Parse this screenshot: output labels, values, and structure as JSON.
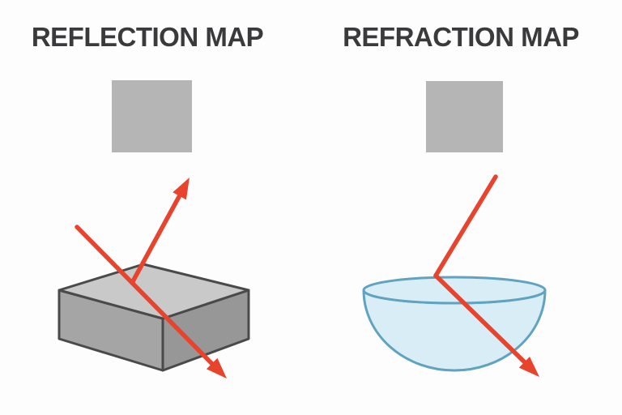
{
  "titles": {
    "reflection": "REFLECTION MAP",
    "refraction": "REFRACTION MAP"
  },
  "colors": {
    "background": "#fdfdfd",
    "title_text": "#3a3a3c",
    "map_square": "#b5b5b5",
    "box_top_face": "#c9c9c9",
    "box_left_face": "#a5a5a5",
    "box_right_face": "#979797",
    "box_outline": "#4a4a4a",
    "bowl_fill": "#d9edf6",
    "bowl_outline": "#5fa3c0",
    "ray": "#e8432d"
  },
  "icons": {
    "reflection_map_square": "environment-map-square",
    "refraction_map_square": "environment-map-square",
    "reflective_box": "reflective-surface-box",
    "refractive_bowl": "refractive-hemisphere-bowl",
    "incident_ray": "incident-light-ray-arrow",
    "reflected_ray": "reflected-light-ray-arrow",
    "refracted_ray": "refracted-light-ray-arrow"
  }
}
